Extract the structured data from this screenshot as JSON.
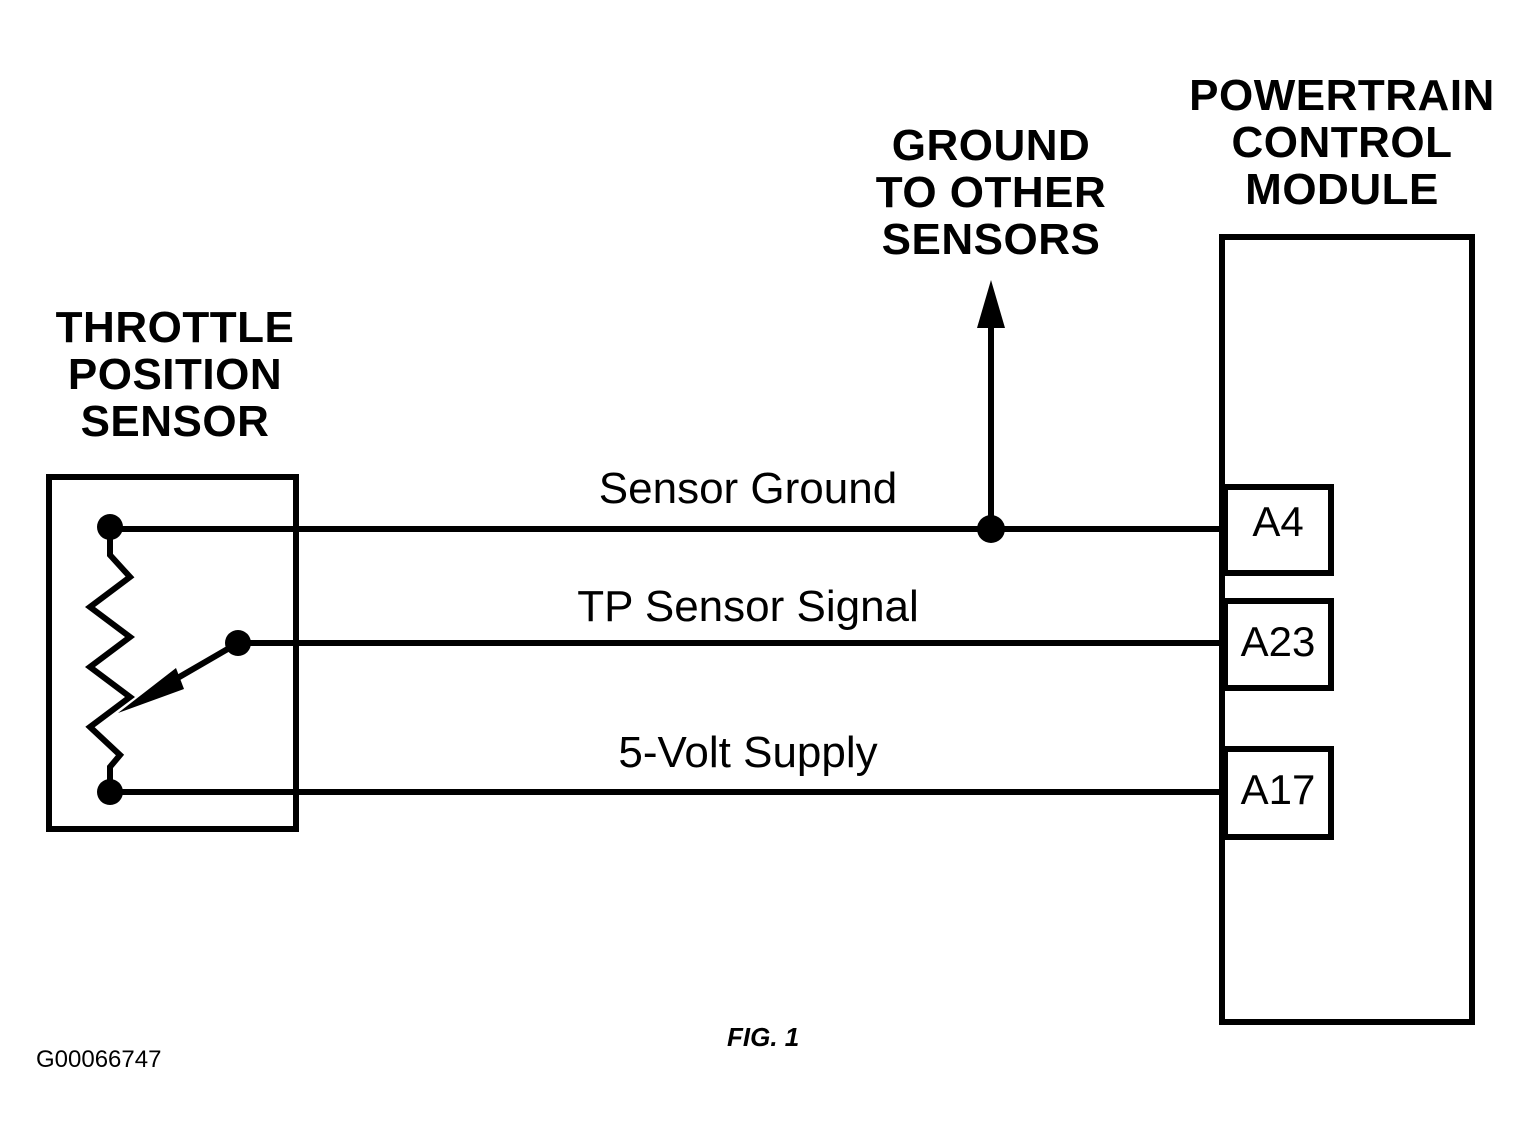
{
  "tps": {
    "title_lines": [
      "THROTTLE",
      "POSITION",
      "SENSOR"
    ]
  },
  "pcm": {
    "title_lines": [
      "POWERTRAIN",
      "CONTROL",
      "MODULE"
    ],
    "pins": [
      "A4",
      "A23",
      "A17"
    ]
  },
  "ground_branch": {
    "title_lines": [
      "GROUND",
      "TO OTHER",
      "SENSORS"
    ]
  },
  "wires": {
    "sensor_ground": "Sensor Ground",
    "tp_signal": "TP Sensor Signal",
    "supply": "5-Volt Supply"
  },
  "caption": "FIG. 1",
  "figure_id": "G00066747",
  "colors": {
    "line": "#000000",
    "background": "#ffffff"
  }
}
